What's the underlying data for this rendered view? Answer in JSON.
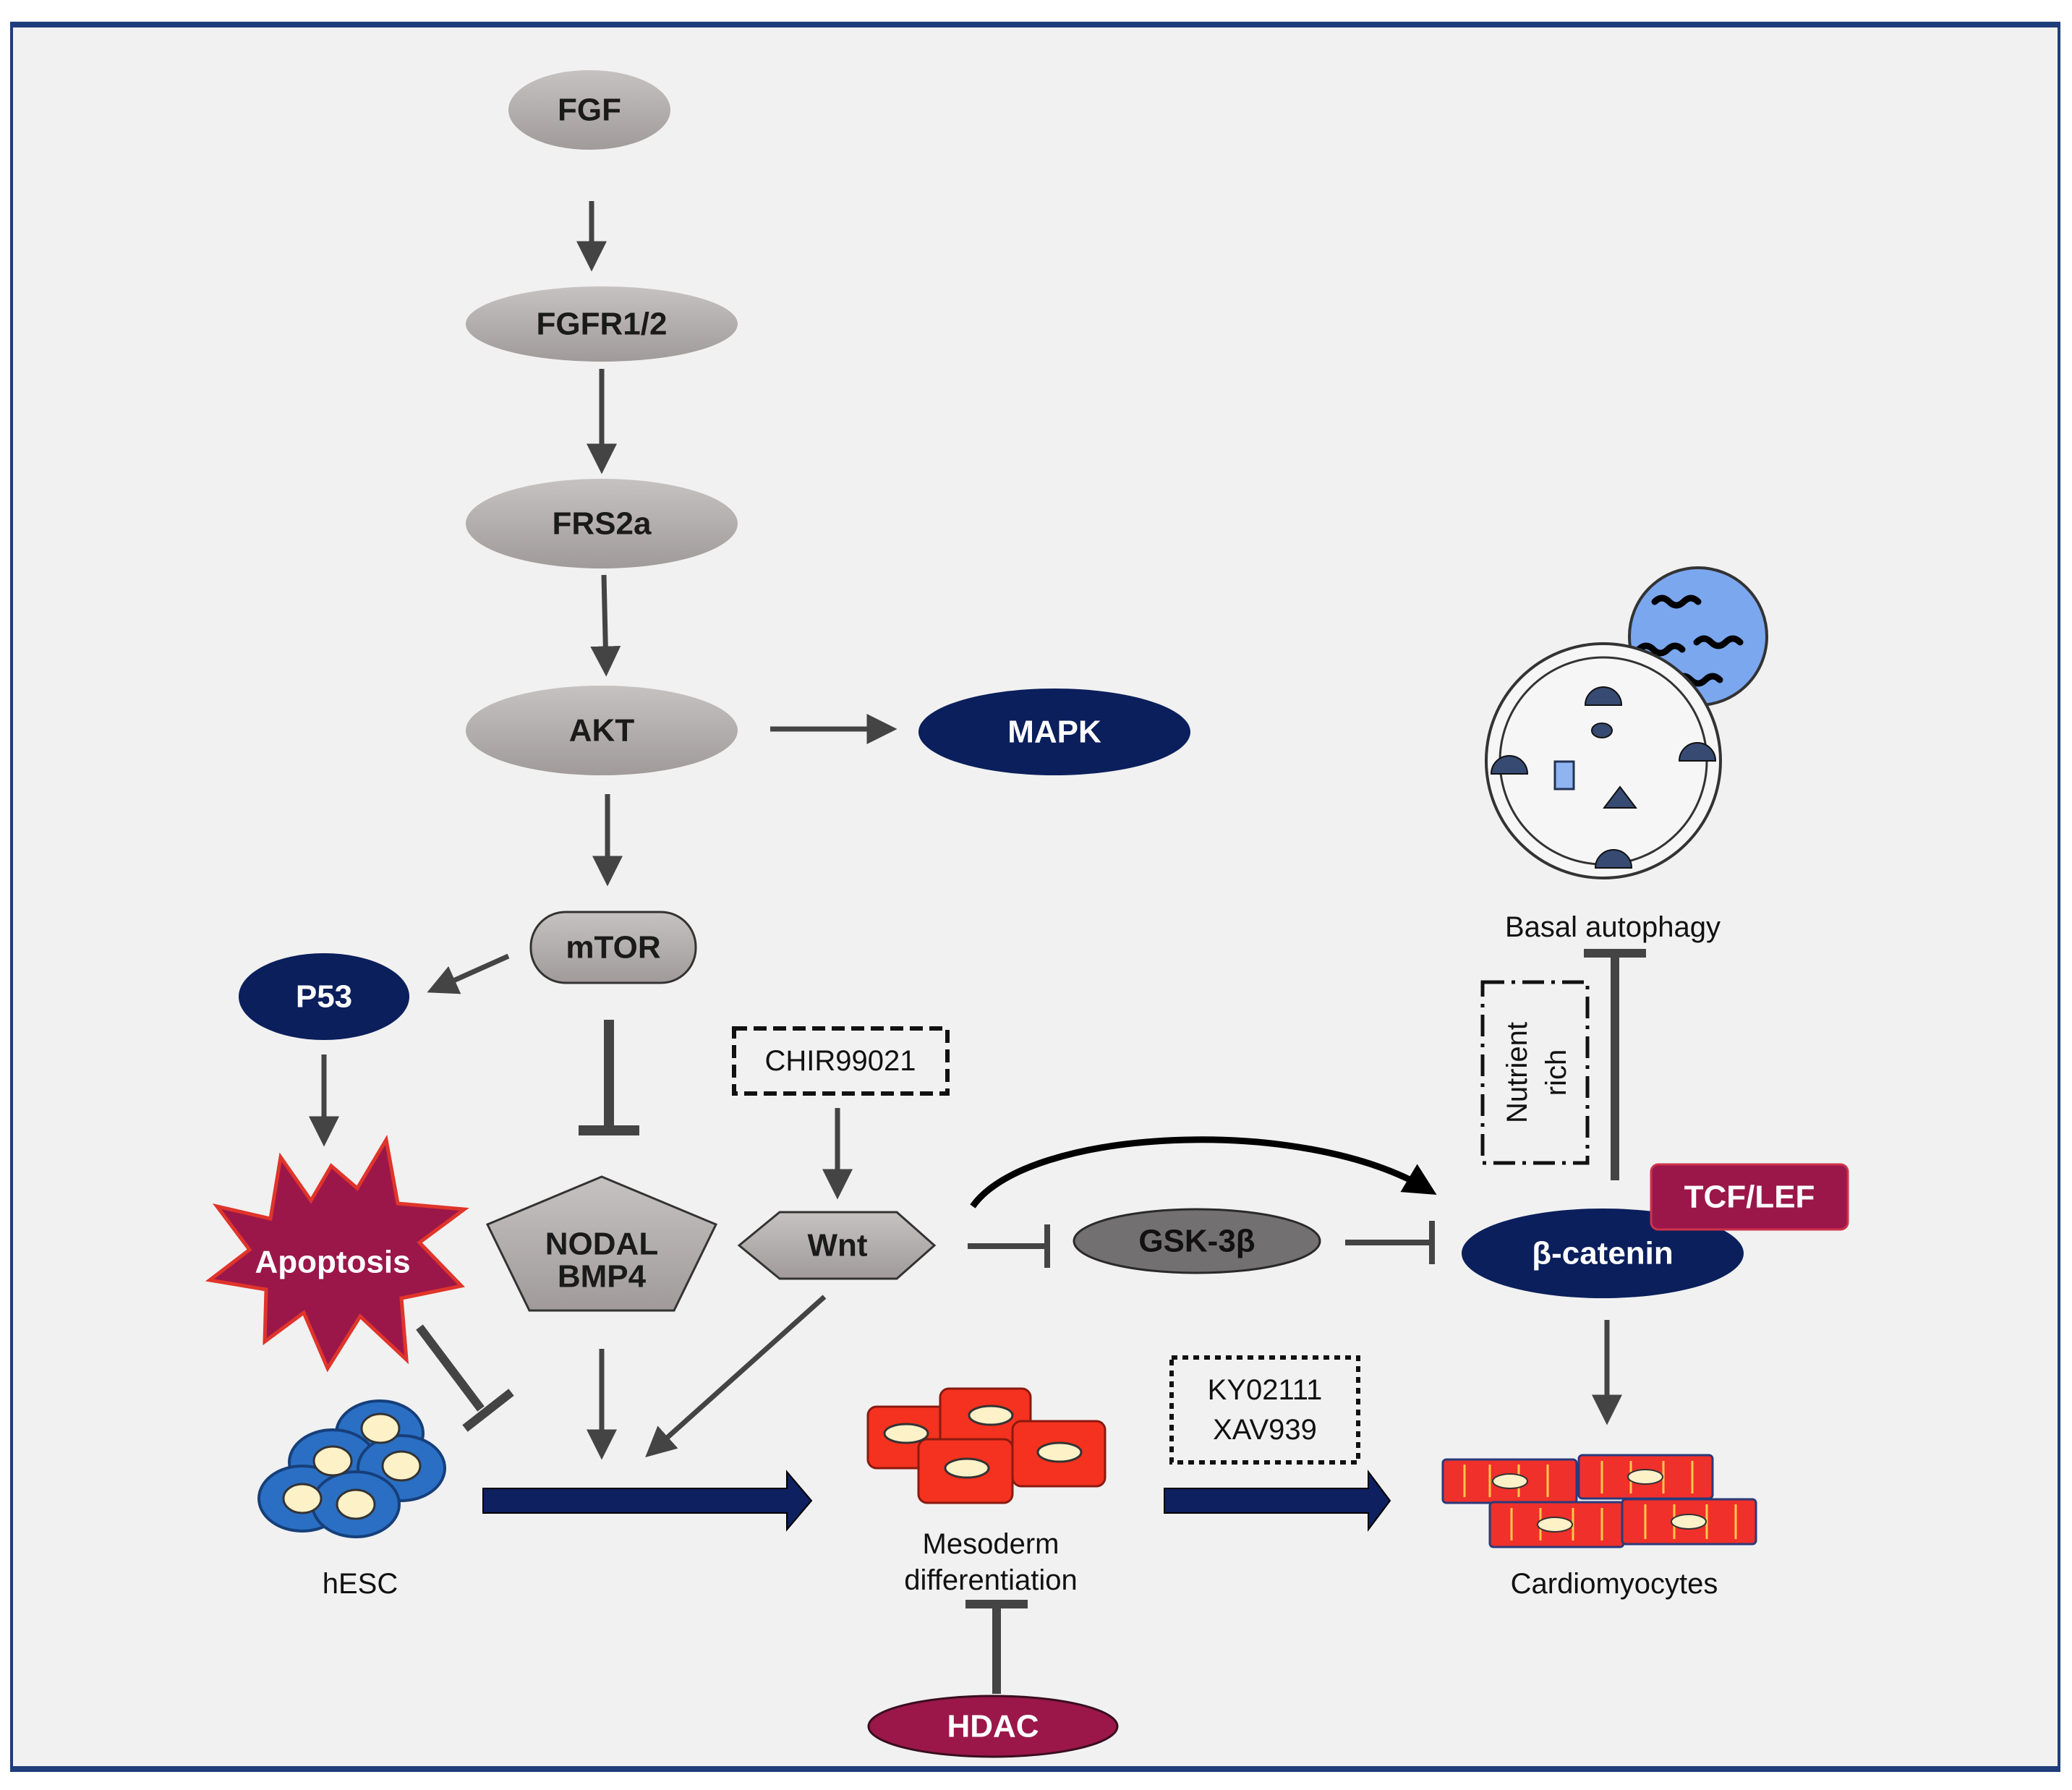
{
  "colors": {
    "border": "#1f3d7a",
    "grey_node": "#b6b1b0",
    "navy_node": "#0b1f5c",
    "magenta_node": "#9b174a",
    "arrow": "#444444",
    "main_arrow": "#0e2060",
    "cell_red": "#f4321f",
    "hesc_blue": "#2a6fc4"
  },
  "nodes": {
    "fgf": "FGF",
    "fgfr": "FGFR1/2",
    "frs2a": "FRS2a",
    "akt": "AKT",
    "mapk": "MAPK",
    "mtor": "mTOR",
    "p53": "P53",
    "apoptosis": "Apoptosis",
    "nodal": "NODAL",
    "bmp4": "BMP4",
    "wnt": "Wnt",
    "gsk3b": "GSK-3β",
    "bcatenin": "β-catenin",
    "tcflef": "TCF/LEF",
    "hdac": "HDAC"
  },
  "boxes": {
    "chir": "CHIR99021",
    "ky": "KY02111",
    "xav": "XAV939",
    "nutrient": "Nutrient",
    "rich": "rich"
  },
  "labels": {
    "basal_autophagy": "Basal autophagy",
    "hesc": "hESC",
    "mesoderm": "Mesoderm",
    "differentiation": "differentiation",
    "cardiomyocytes": "Cardiomyocytes"
  }
}
